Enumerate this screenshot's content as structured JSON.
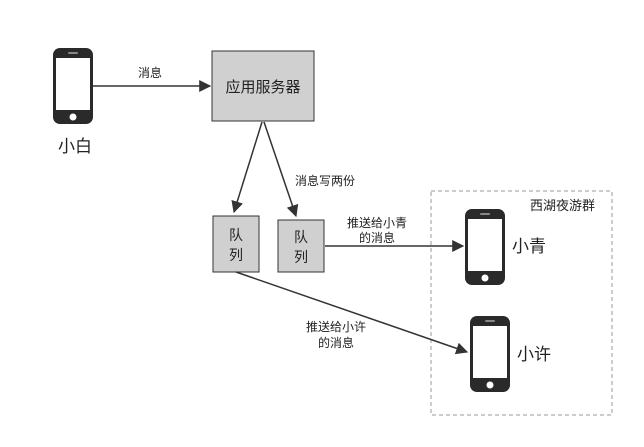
{
  "nodes": {
    "xiaobai": {
      "label": "小白"
    },
    "server": {
      "label": "应用服务器"
    },
    "queue1": {
      "label_line1": "队",
      "label_line2": "列"
    },
    "queue2": {
      "label_line1": "队",
      "label_line2": "列"
    },
    "xiaoqing": {
      "label": "小青"
    },
    "xiaoxu": {
      "label": "小许"
    }
  },
  "group": {
    "label": "西湖夜游群"
  },
  "edges": {
    "msg": {
      "label": "消息"
    },
    "dup": {
      "label": "消息写两份"
    },
    "to_qing": {
      "line1": "推送给小青",
      "line2": "的消息"
    },
    "to_xu": {
      "line1": "推送给小许",
      "line2": "的消息"
    }
  },
  "colors": {
    "box_fill": "#d0d0d0",
    "box_stroke": "#333333",
    "group_border": "#999999",
    "phone_body": "#2a2a2a"
  }
}
